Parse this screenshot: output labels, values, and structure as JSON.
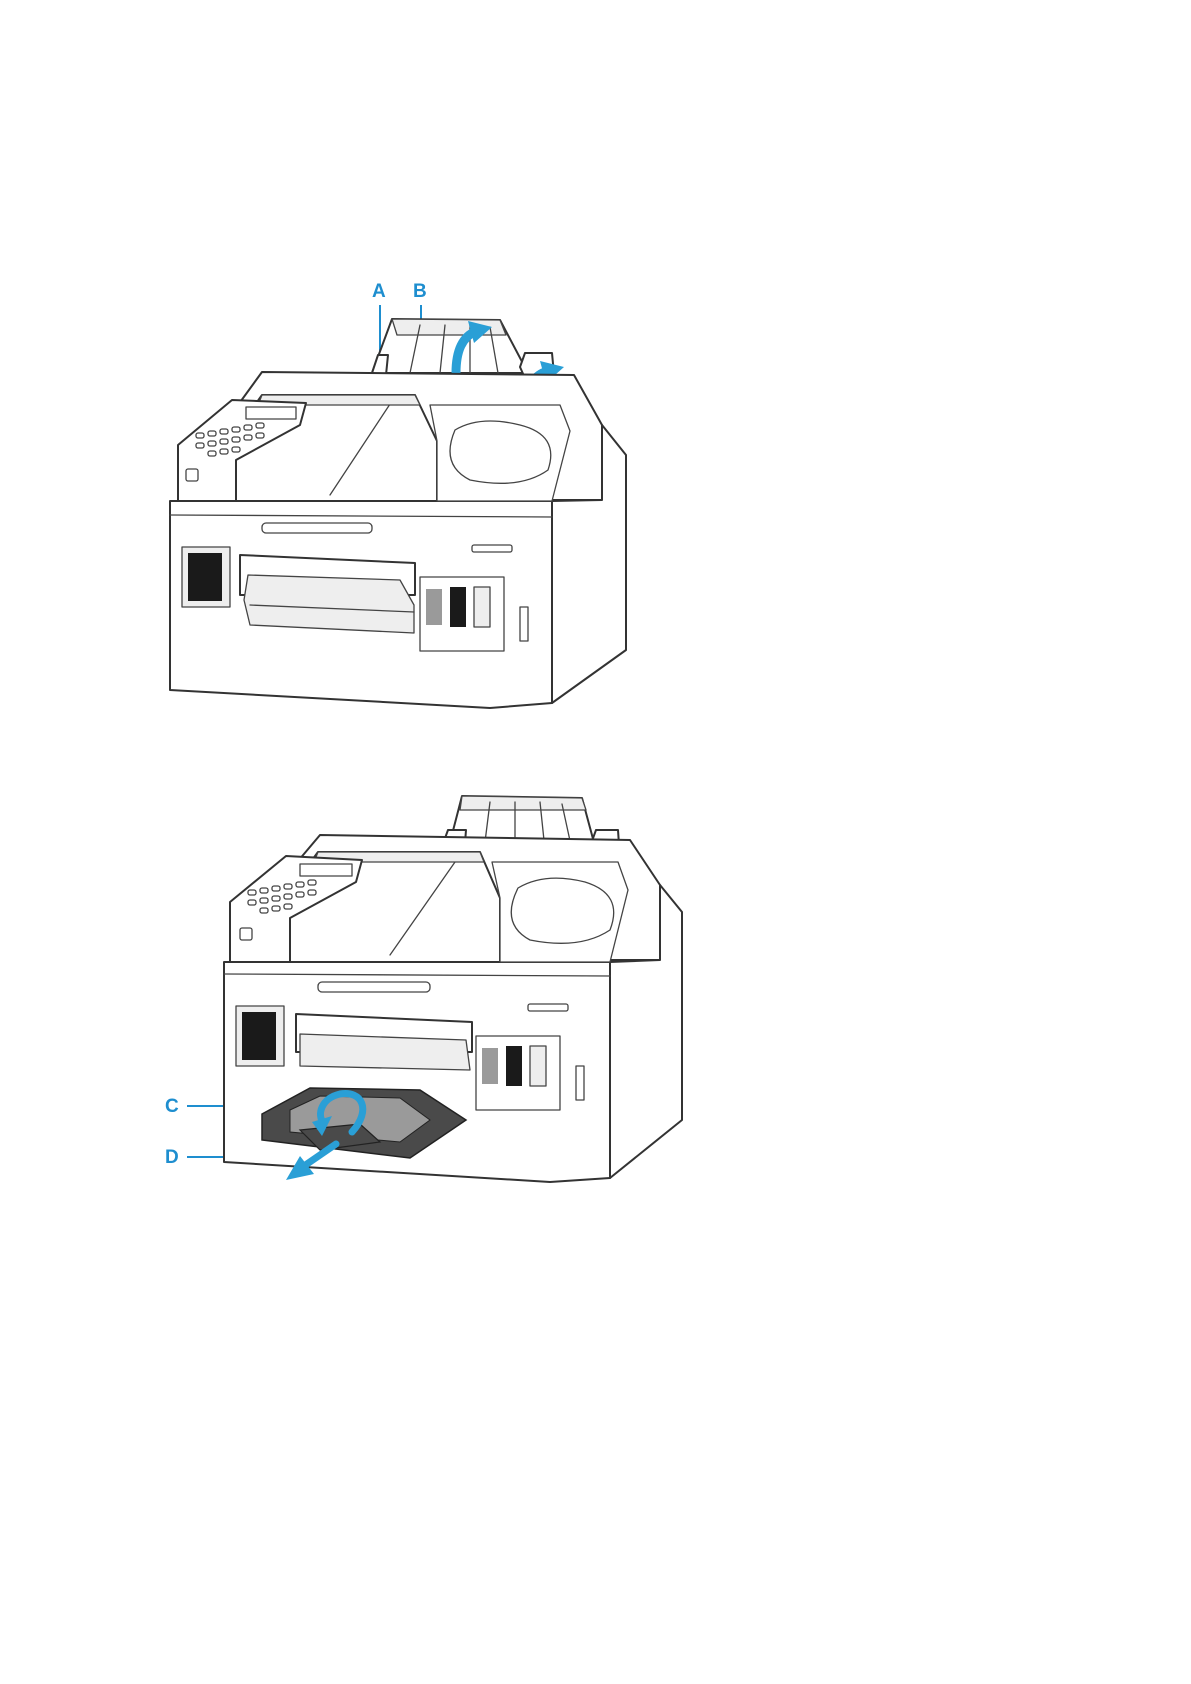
{
  "figures": [
    {
      "labels": {
        "a": "A",
        "b": "B"
      }
    },
    {
      "labels": {
        "c": "C",
        "d": "D"
      }
    }
  ],
  "colors": {
    "callout": "#1e8ecf",
    "arrow": "#2a9fd6",
    "outline": "#333333"
  }
}
